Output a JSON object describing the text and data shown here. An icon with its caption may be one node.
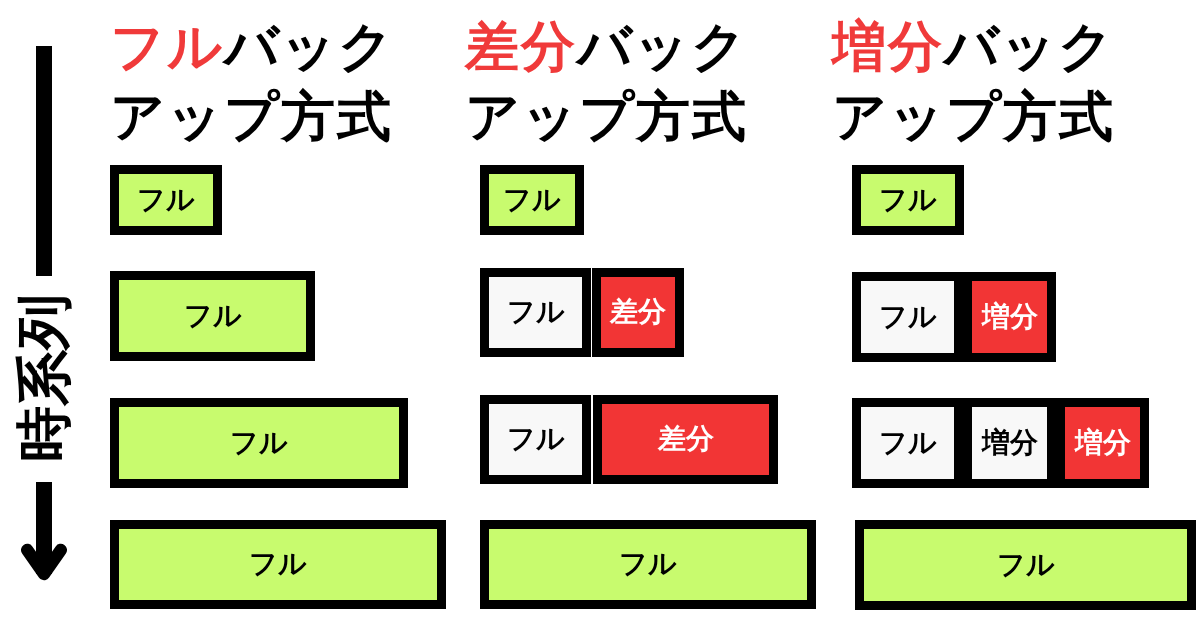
{
  "diagram": {
    "nodes": [
      {
        "text": [
          "フル"
        ]
      },
      {
        "text": [
          "フル"
        ]
      },
      {
        "text": [
          "フル"
        ]
      },
      {
        "text": [
          "フル"
        ]
      },
      {
        "text": [
          "フル"
        ]
      },
      {
        "text": [
          "差分"
        ]
      },
      {
        "text": [
          "フル"
        ]
      },
      {
        "text": [
          "増分"
        ]
      },
      {
        "text": [
          "フル"
        ]
      },
      {
        "text": [
          "フル"
        ]
      },
      {
        "text": [
          "差分"
        ]
      },
      {
        "text": [
          "フル"
        ]
      },
      {
        "text": [
          "増分"
        ]
      },
      {
        "text": [
          "増分"
        ]
      },
      {
        "text": [
          "フル"
        ]
      },
      {
        "text": [
          "フル"
        ]
      },
      {
        "text": [
          "フル"
        ]
      }
    ],
    "labels": [
      "**フル**バックアップ方式",
      "**差分**バックアップ方式",
      "**増分**バックアップ方式",
      "時系列"
    ]
  }
}
